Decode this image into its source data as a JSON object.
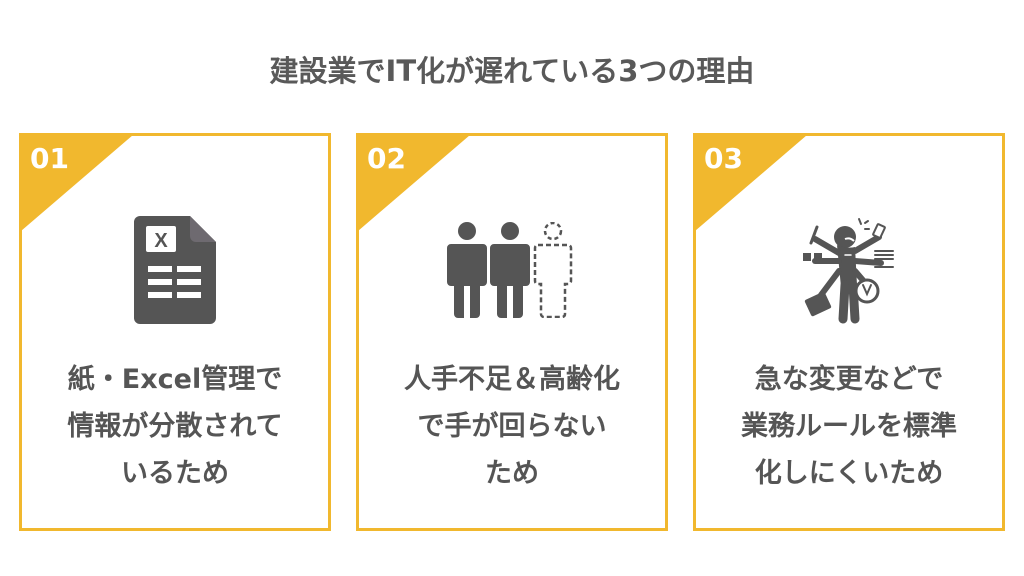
{
  "title": "建設業でIT化が遅れている3つの理由",
  "colors": {
    "accent": "#F1B82E",
    "text": "#555555",
    "icon": "#555555",
    "background": "#FFFFFF"
  },
  "cards": [
    {
      "number": "01",
      "icon": "excel-document-icon",
      "lines": [
        "紙・Excel管理で",
        "情報が分散されて",
        "いるため"
      ]
    },
    {
      "number": "02",
      "icon": "staff-shortage-people-icon",
      "lines": [
        "人手不足＆高齢化",
        "で手が回らない",
        "ため"
      ]
    },
    {
      "number": "03",
      "icon": "overworked-multitasking-person-icon",
      "lines": [
        "急な変更などで",
        "業務ルールを標準",
        "化しにくいため"
      ]
    }
  ]
}
